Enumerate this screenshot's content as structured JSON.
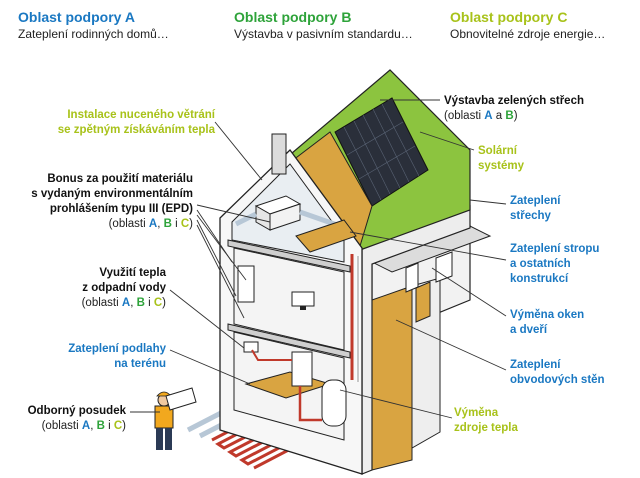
{
  "headers": [
    {
      "title": "Oblast podpory A",
      "subtitle": "Zateplení rodinných domů…",
      "color": "#1a78c2"
    },
    {
      "title": "Oblast podpory B",
      "subtitle": "Výstavba v pasivním standardu…",
      "color": "#2ea33a"
    },
    {
      "title": "Oblast podpory C",
      "subtitle": "Obnovitelné zdroje energie…",
      "color": "#a8c21a"
    }
  ],
  "left_labels": {
    "ventilation": {
      "line1": "Instalace nuceného větrání",
      "line2": "se zpětným získáváním tepla"
    },
    "bonus": {
      "line1": "Bonus za použití materiálu",
      "line2": "s vydaným environmentálním",
      "line3": "prohlášením typu III (EPD)",
      "areas_prefix": "(oblasti ",
      "a": "A",
      "sep1": ", ",
      "b": "B",
      "sep2": " i ",
      "c": "C",
      "suffix": ")"
    },
    "waste_water": {
      "line1": "Využití tepla",
      "line2": "z odpadní vody",
      "areas_prefix": "(oblasti ",
      "a": "A",
      "sep1": ", ",
      "b": "B",
      "sep2": " i ",
      "c": "C",
      "suffix": ")"
    },
    "floor": {
      "line1": "Zateplení podlahy",
      "line2": "na terénu"
    },
    "assessment": {
      "line1": "Odborný posudek",
      "areas_prefix": "(oblasti ",
      "a": "A",
      "sep1": ", ",
      "b": "B",
      "sep2": " i ",
      "c": "C",
      "suffix": ")"
    }
  },
  "right_labels": {
    "green_roofs": {
      "line1": "Výstavba zelených střech",
      "areas_prefix": "(oblasti ",
      "a": "A",
      "sep": " a ",
      "b": "B",
      "suffix": ")"
    },
    "solar": {
      "line1": "Solární",
      "line2": "systémy"
    },
    "roof": {
      "line1": "Zateplení",
      "line2": "střechy"
    },
    "ceiling": {
      "line1": "Zateplení stropu",
      "line2": "a ostatních",
      "line3": "konstrukcí"
    },
    "windows": {
      "line1": "Výměna oken",
      "line2": "a dveří"
    },
    "walls": {
      "line1": "Zateplení",
      "line2": "obvodových stěn"
    },
    "heat_source": {
      "line1": "Výměna",
      "line2": "zdroje tepla"
    }
  },
  "colors": {
    "area_a": "#1a78c2",
    "area_b": "#2ea33a",
    "area_c": "#a8c21a",
    "roof_green": "#8cc43f",
    "insulation": "#d9a441",
    "solar_panel": "#2a2f3a"
  }
}
